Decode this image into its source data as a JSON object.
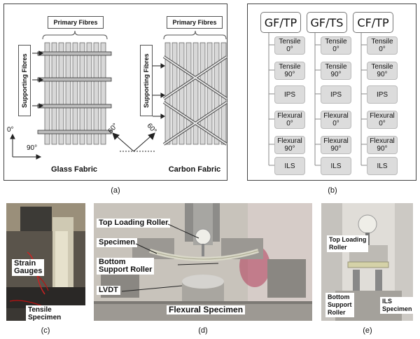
{
  "panel_a": {
    "primary_fibres_left": "Primary Fibres",
    "primary_fibres_right": "Primary Fibres",
    "supporting_fibres_left": "Supporting Fibres",
    "supporting_fibres_right": "Supporting Fibres",
    "angle_0": "0°",
    "angle_90": "90°",
    "angle_60_a": "60°",
    "angle_60_b": "60°",
    "glass_fabric": "Glass Fabric",
    "carbon_fabric": "Carbon Fabric",
    "caption": "(a)"
  },
  "panel_b": {
    "columns": [
      {
        "title": "GF/TP",
        "items": [
          "Tensile\n0°",
          "Tensile\n90°",
          "IPS",
          "Flexural\n0°",
          "Flexural\n90°",
          "ILS"
        ]
      },
      {
        "title": "GF/TS",
        "items": [
          "Tensile\n0°",
          "Tensile\n90°",
          "IPS",
          "Flexural\n0°",
          "Flexural\n90°",
          "ILS"
        ]
      },
      {
        "title": "CF/TP",
        "items": [
          "Tensile\n0°",
          "Tensile\n90°",
          "IPS",
          "Flexural\n0°",
          "Flexural\n90°",
          "ILS"
        ]
      }
    ],
    "caption": "(b)"
  },
  "panel_c": {
    "strain_gauges": "Strain\nGauges",
    "tensile_specimen": "Tensile Specimen",
    "caption": "(c)"
  },
  "panel_d": {
    "top_loading_roller": "Top Loading Roller",
    "specimen": "Specimen",
    "bottom_support_roller": "Bottom\nSupport Roller",
    "lvdt": "LVDT",
    "flexural_specimen": "Flexural Specimen",
    "caption": "(d)"
  },
  "panel_e": {
    "top_loading_roller": "Top Loading\nRoller",
    "bottom_support_roller": "Bottom\nSupport\nRoller",
    "ils_specimen": "ILS\nSpecimen",
    "caption": "(e)"
  }
}
